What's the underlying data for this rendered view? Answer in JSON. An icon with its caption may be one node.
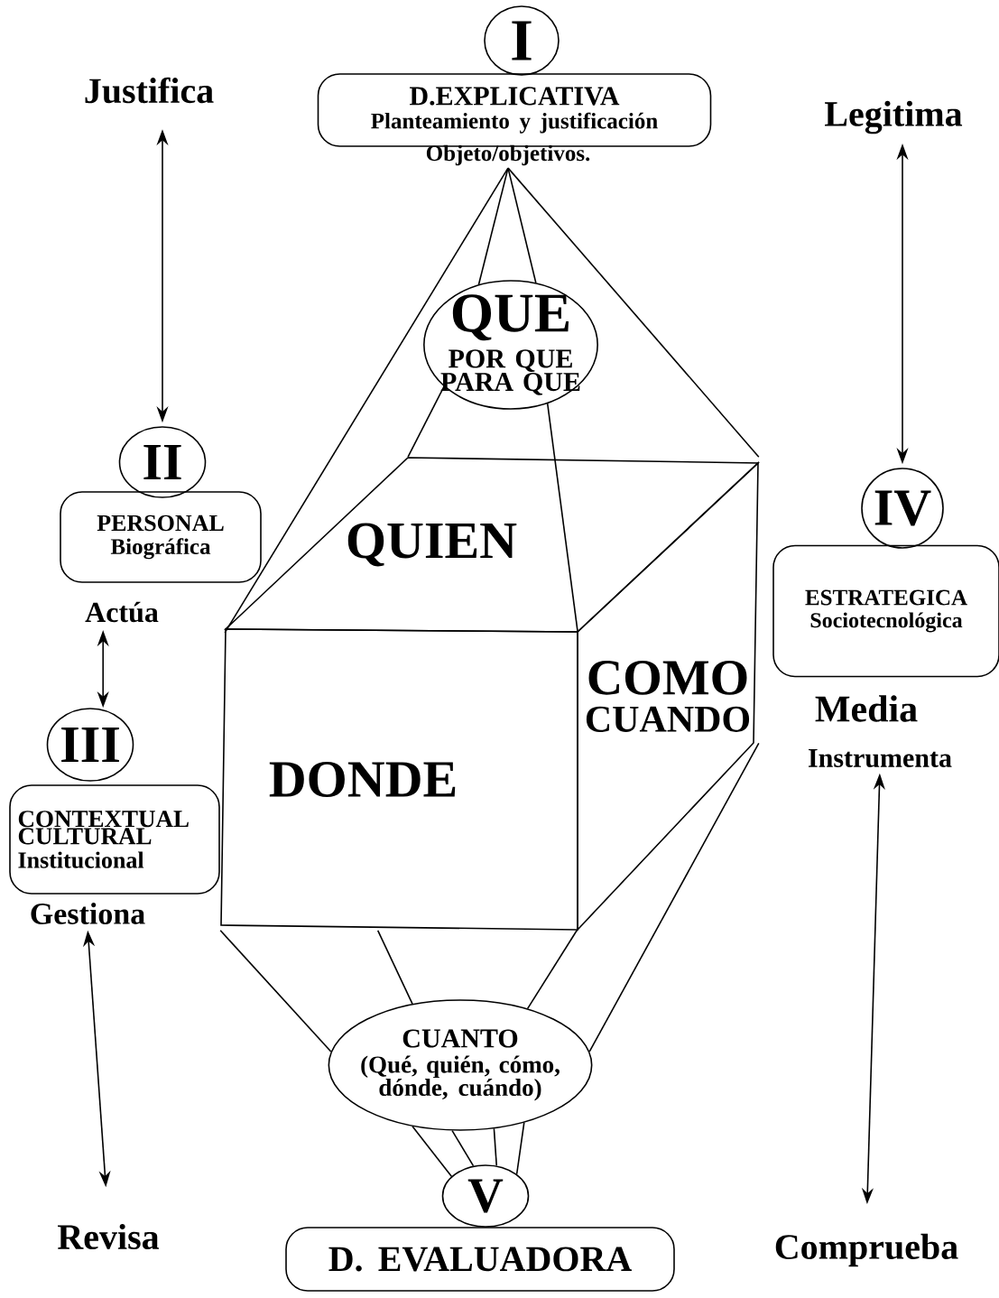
{
  "diagram": {
    "nodes": [
      {
        "text": [
          "I"
        ]
      },
      {
        "text": [
          "D.EXPLICATIVA",
          "Planteamiento y justificación"
        ]
      },
      {
        "text": [
          "Justifica"
        ]
      },
      {
        "text": [
          "Legitima"
        ]
      },
      {
        "text": [
          "Objeto/objetivos."
        ]
      },
      {
        "text": [
          "QUE",
          "POR QUE PARA QUE"
        ]
      },
      {
        "text": [
          "II"
        ]
      },
      {
        "text": [
          "PERSONAL",
          "Biográfica"
        ]
      },
      {
        "text": [
          "IV"
        ]
      },
      {
        "text": [
          "QUIEN"
        ]
      },
      {
        "text": [
          "ESTRATEGICA",
          "Sociotecnológica"
        ]
      },
      {
        "text": [
          "Actúa"
        ]
      },
      {
        "text": [
          "DONDE"
        ]
      },
      {
        "text": [
          "COMO",
          "CUANDO"
        ]
      },
      {
        "text": [
          "III"
        ]
      },
      {
        "text": [
          "CONTEXTUAL CULTURAL",
          "Institucional"
        ]
      },
      {
        "text": [
          "Instrumenta"
        ]
      },
      {
        "text": [
          "Gestiona"
        ]
      },
      {
        "text": [
          "CUANTO",
          "(Qué, quién, cómo, dónde, cuándo)"
        ]
      },
      {
        "text": [
          "V"
        ]
      },
      {
        "text": [
          "Revisa"
        ]
      },
      {
        "text": [
          "D. EVALUADORA"
        ]
      },
      {
        "text": [
          "Comprueba"
        ]
      }
    ],
    "edges": [
      {
        "from": 2,
        "to": 6,
        "arrow": "both"
      },
      {
        "from": 3,
        "to": 8,
        "arrow": "both"
      },
      {
        "from": 11,
        "to": 14,
        "arrow": "both"
      },
      {
        "from": 17,
        "to": 20,
        "arrow": "both"
      },
      {
        "from": 16,
        "to": 22,
        "arrow": "both"
      },
      {
        "from": 4,
        "to": 9,
        "arrow": "none"
      },
      {
        "from": 4,
        "to": 5,
        "arrow": "none"
      },
      {
        "from": 4,
        "to": 5,
        "arrow": "none"
      },
      {
        "from": 4,
        "to": 9,
        "arrow": "none"
      },
      {
        "from": 5,
        "to": 9,
        "arrow": "none"
      },
      {
        "from": 5,
        "to": 9,
        "arrow": "none"
      },
      {
        "from": 12,
        "to": 18,
        "arrow": "none"
      },
      {
        "from": 12,
        "to": 18,
        "arrow": "none"
      },
      {
        "from": 13,
        "to": 18,
        "arrow": "none"
      },
      {
        "from": 13,
        "to": 18,
        "arrow": "none"
      },
      {
        "from": 18,
        "to": 19,
        "arrow": "none"
      },
      {
        "from": 18,
        "to": 19,
        "arrow": "none"
      },
      {
        "from": 18,
        "to": 19,
        "arrow": "none"
      },
      {
        "from": 18,
        "to": 19,
        "arrow": "none"
      }
    ],
    "labels": [
      "Media"
    ]
  }
}
